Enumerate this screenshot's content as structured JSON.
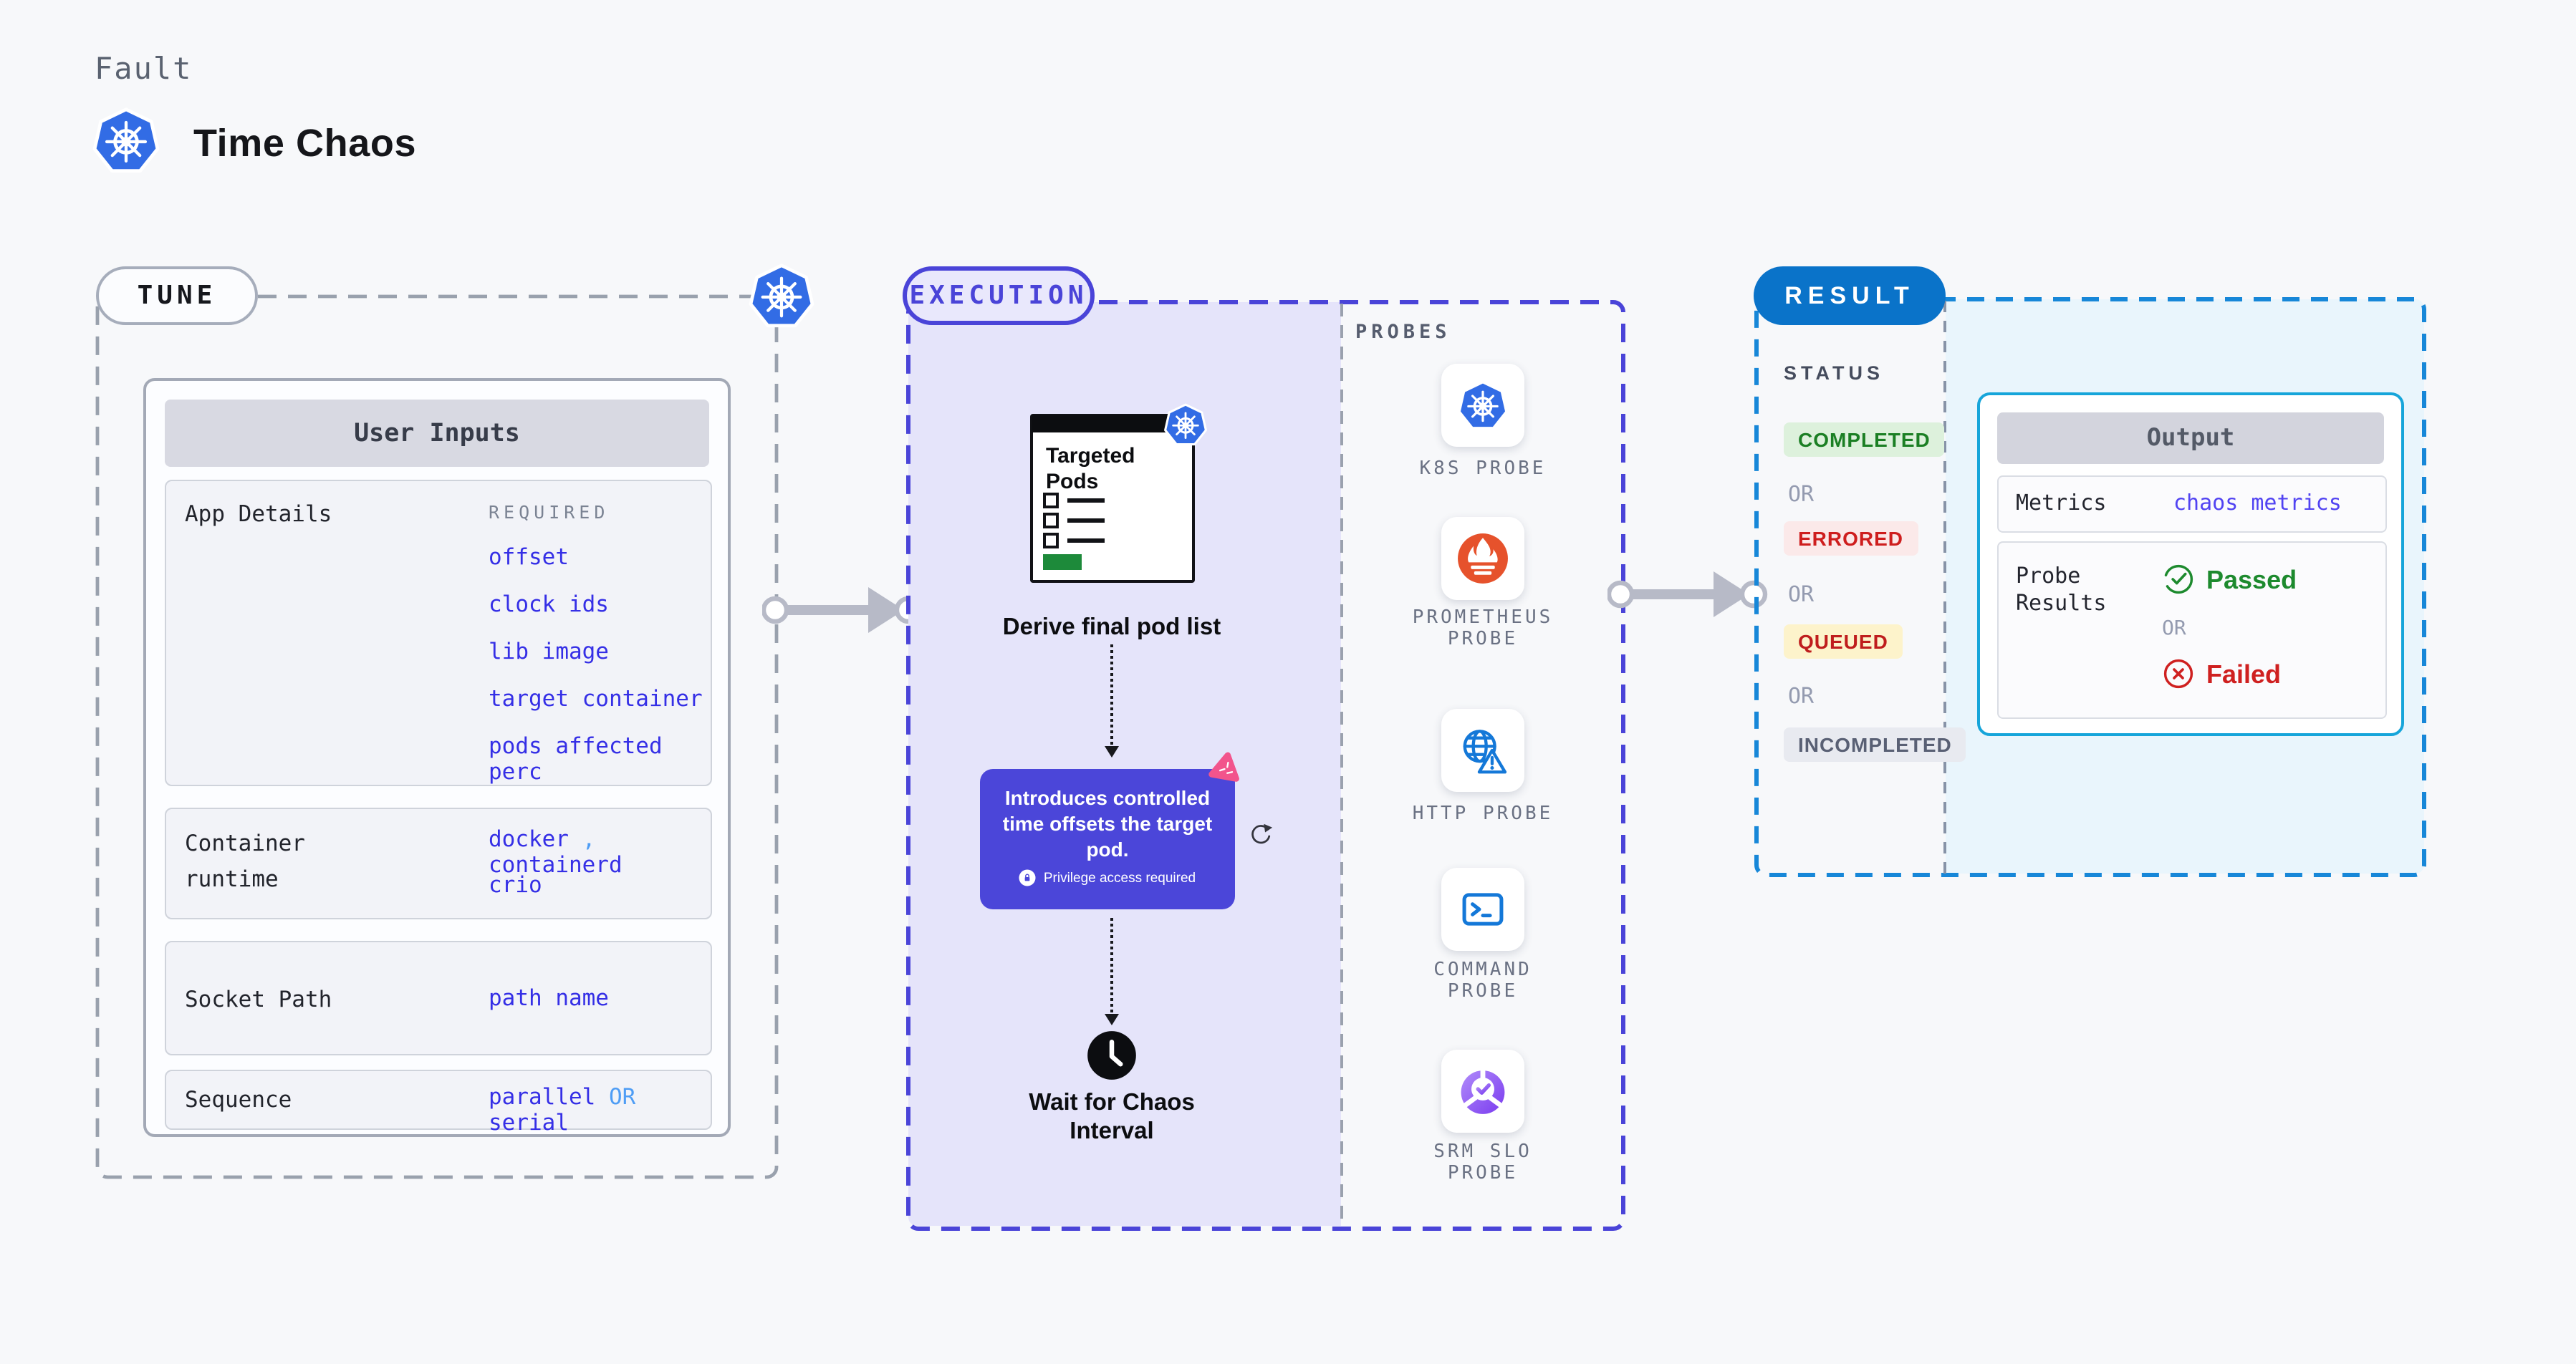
{
  "header": {
    "eyebrow": "Fault",
    "title": "Time Chaos"
  },
  "tune": {
    "badge": "TUNE",
    "user_inputs_title": "User Inputs",
    "app_details": {
      "label": "App Details",
      "tag": "REQUIRED",
      "links": [
        "offset",
        "clock ids",
        "lib image",
        "target container",
        "pods affected perc"
      ]
    },
    "container_runtime": {
      "label": "Container runtime",
      "line1": [
        "docker",
        ",",
        "containerd"
      ],
      "line2": "crio"
    },
    "socket_path": {
      "label": "Socket Path",
      "value": "path name"
    },
    "sequence": {
      "label": "Sequence",
      "option1": "parallel",
      "or": "OR",
      "option2": "serial"
    }
  },
  "execution": {
    "badge": "EXECUTION",
    "targeted_pods_title": "Targeted Pods",
    "derive_label": "Derive final pod list",
    "note": {
      "text": "Introduces controlled time offsets the target pod.",
      "privilege": "Privilege access required"
    },
    "wait_label": "Wait for Chaos Interval",
    "probes": {
      "title": "PROBES",
      "items": [
        {
          "label": "K8S PROBE",
          "icon": "kubernetes-icon"
        },
        {
          "label": "PROMETHEUS PROBE",
          "icon": "prometheus-icon"
        },
        {
          "label": "HTTP PROBE",
          "icon": "globe-warning-icon"
        },
        {
          "label": "COMMAND PROBE",
          "icon": "terminal-icon"
        },
        {
          "label": "SRM SLO PROBE",
          "icon": "slo-donut-check-icon"
        }
      ]
    }
  },
  "result": {
    "badge": "RESULT",
    "status": {
      "title": "STATUS",
      "separator": "OR",
      "items": [
        {
          "label": "COMPLETED",
          "bg": "#ddf1dc",
          "color": "#1b7f24"
        },
        {
          "label": "ERRORED",
          "bg": "#fbe9e9",
          "color": "#ce1e1e"
        },
        {
          "label": "QUEUED",
          "bg": "#fdf3cb",
          "color": "#bf1d1d"
        },
        {
          "label": "INCOMPLETED",
          "bg": "#e8eaf0",
          "color": "#596074"
        }
      ]
    },
    "output": {
      "title": "Output",
      "metrics_label": "Metrics",
      "metrics_value": "chaos metrics",
      "probe_results_label": "Probe Results",
      "passed": "Passed",
      "or": "OR",
      "failed": "Failed"
    }
  },
  "colors": {
    "background": "#f7f8fa",
    "execution_fill": "#e5e4fa",
    "execution_border": "#4a44d8",
    "tune_border": "#99a1ad",
    "result_border": "#1787d8",
    "result_fill": "#e9f5fc",
    "result_pill": "#0a73c9",
    "link_blue": "#352fe6",
    "link_light_blue": "#4f9df5",
    "note_purple": "#4b46d9",
    "kubernetes_blue": "#326ce5",
    "prometheus_orange": "#e6522c",
    "passed_green": "#1d8a2e",
    "failed_red": "#cf2020",
    "targeted_green": "#1d8a3a"
  }
}
